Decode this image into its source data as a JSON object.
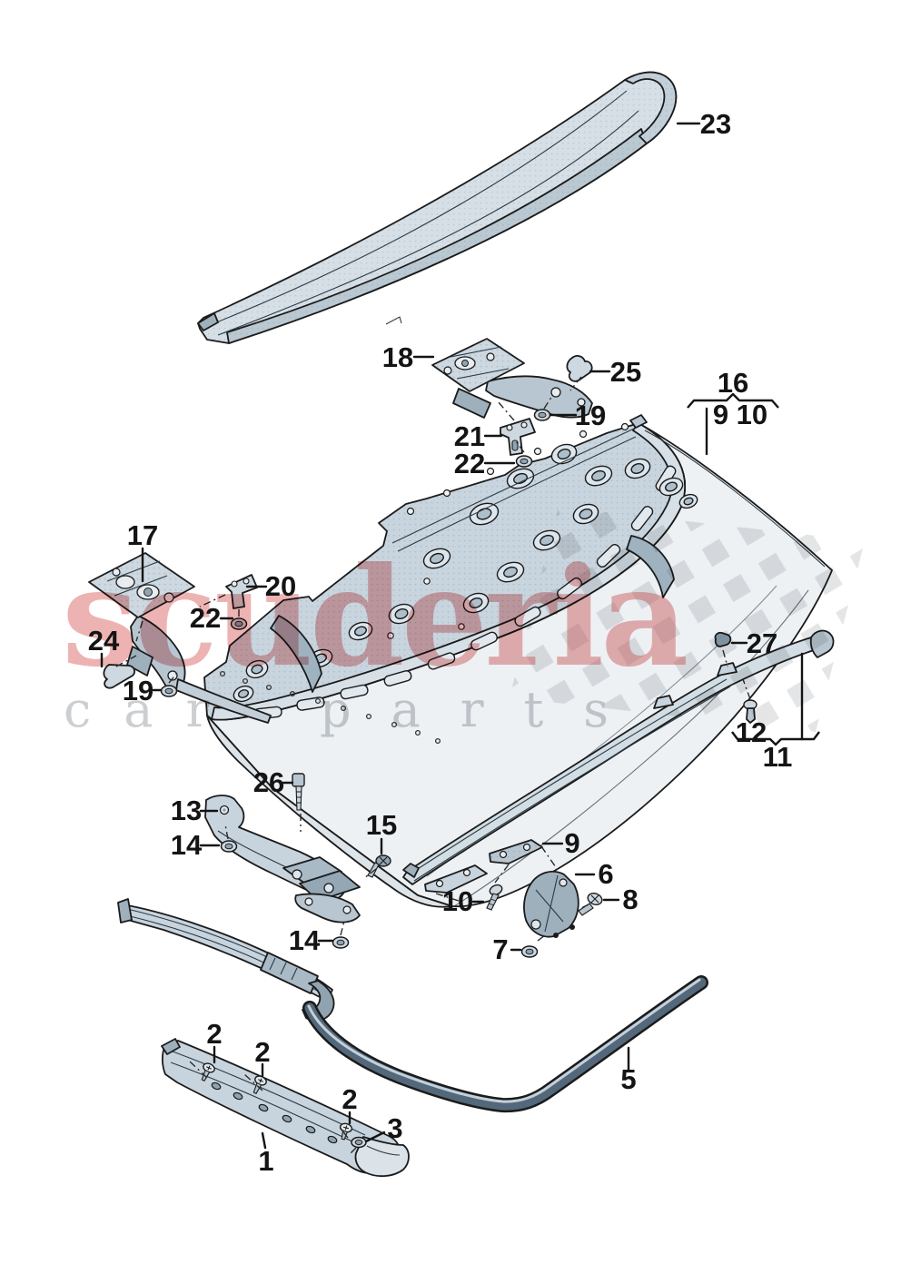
{
  "watermark": {
    "brand": "scuderia",
    "word1": "car",
    "word2": "parts"
  },
  "colors": {
    "outline": "#1b1b1b",
    "part_light": "#dde5ec",
    "part_mid": "#c8d4dd",
    "part_dark": "#8fa3b1",
    "panel_skin": "#edf1f4",
    "seal": "#53687a",
    "watermark_red": "#d44a4a",
    "watermark_gray": "#9aa0a4",
    "checker_gray": "#c9ccce"
  },
  "callouts": {
    "c23": "23",
    "c18": "18",
    "c25": "25",
    "c19a": "19",
    "c21": "21",
    "c22a": "22",
    "c16": "16",
    "c9_10": "9 10",
    "c17": "17",
    "c20": "20",
    "c22b": "22",
    "c24": "24",
    "c19b": "19",
    "c27": "27",
    "c12": "12",
    "c11": "11",
    "c26": "26",
    "c13": "13",
    "c14a": "14",
    "c15": "15",
    "c14b": "14",
    "c9": "9",
    "c6": "6",
    "c10": "10",
    "c8": "8",
    "c7": "7",
    "c5": "5",
    "c2a": "2",
    "c2b": "2",
    "c2c": "2",
    "c3": "3",
    "c1": "1"
  }
}
